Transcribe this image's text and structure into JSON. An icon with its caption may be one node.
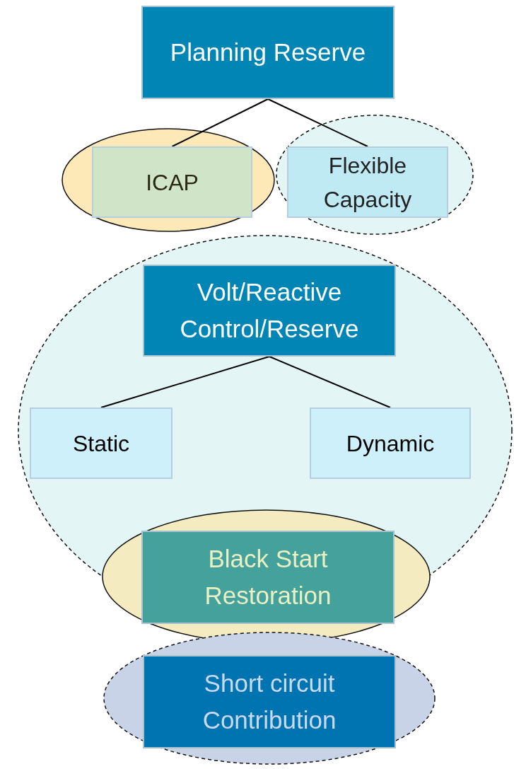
{
  "diagram": {
    "nodes": [
      {
        "text": [
          "Planning Reserve"
        ]
      },
      {
        "text": [],
        "shape": "ellipse"
      },
      {
        "text": [
          "ICAP"
        ],
        "in": 1
      },
      {
        "text": [],
        "shape": "ellipse"
      },
      {
        "text": [
          "Flexible Capacity"
        ],
        "in": 3
      },
      {
        "text": [],
        "shape": "ellipse"
      },
      {
        "text": [
          "Volt/Reactive Control/Reserve"
        ],
        "in": 5
      },
      {
        "text": [
          "Static"
        ],
        "in": 5
      },
      {
        "text": [
          "Dynamic"
        ],
        "in": 5
      },
      {
        "text": [],
        "shape": "ellipse"
      },
      {
        "text": [
          "Black Start Restoration"
        ],
        "in": 9
      },
      {
        "text": [],
        "shape": "ellipse"
      },
      {
        "text": [
          "Short circuit Contribution"
        ],
        "in": 11
      }
    ],
    "edges": [
      {
        "from": 0,
        "to": 2,
        "arrow": "none"
      },
      {
        "from": 0,
        "to": 4,
        "arrow": "none"
      },
      {
        "from": 6,
        "to": 7,
        "arrow": "none"
      },
      {
        "from": 6,
        "to": 8,
        "arrow": "none"
      }
    ]
  }
}
